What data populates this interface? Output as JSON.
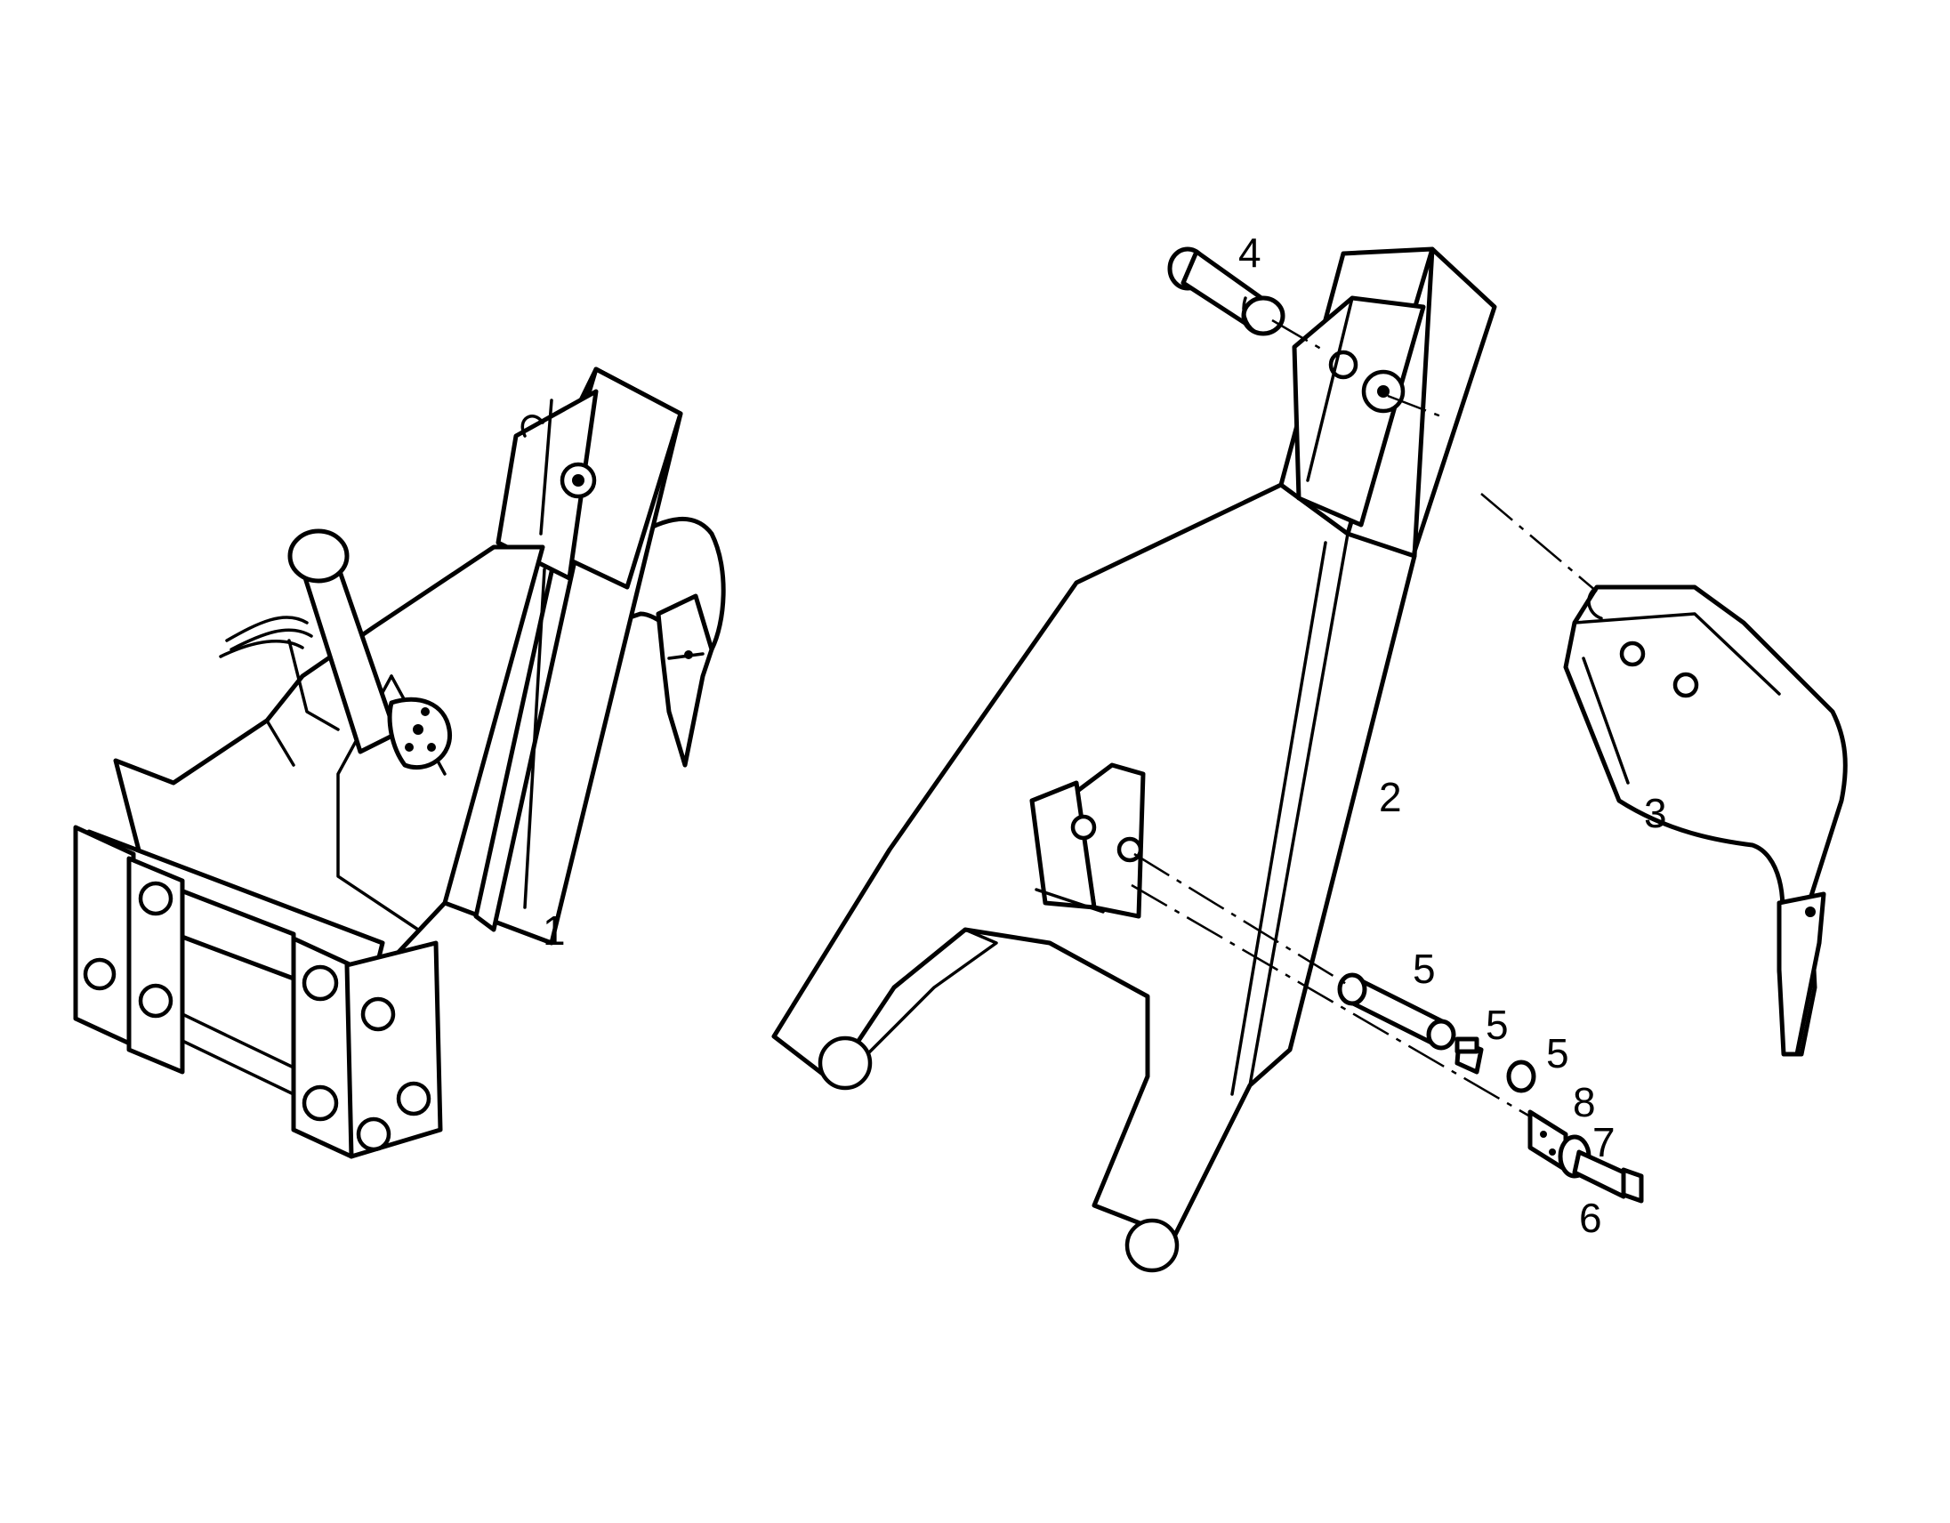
{
  "colors": {
    "ink": "#000000",
    "paper": "#ffffff"
  },
  "callouts": {
    "c1": "1",
    "c2": "2",
    "c3": "3",
    "c4": "4",
    "c5a": "5",
    "c5b": "5",
    "c5c": "5",
    "c6": "6",
    "c7": "7",
    "c8": "8"
  }
}
